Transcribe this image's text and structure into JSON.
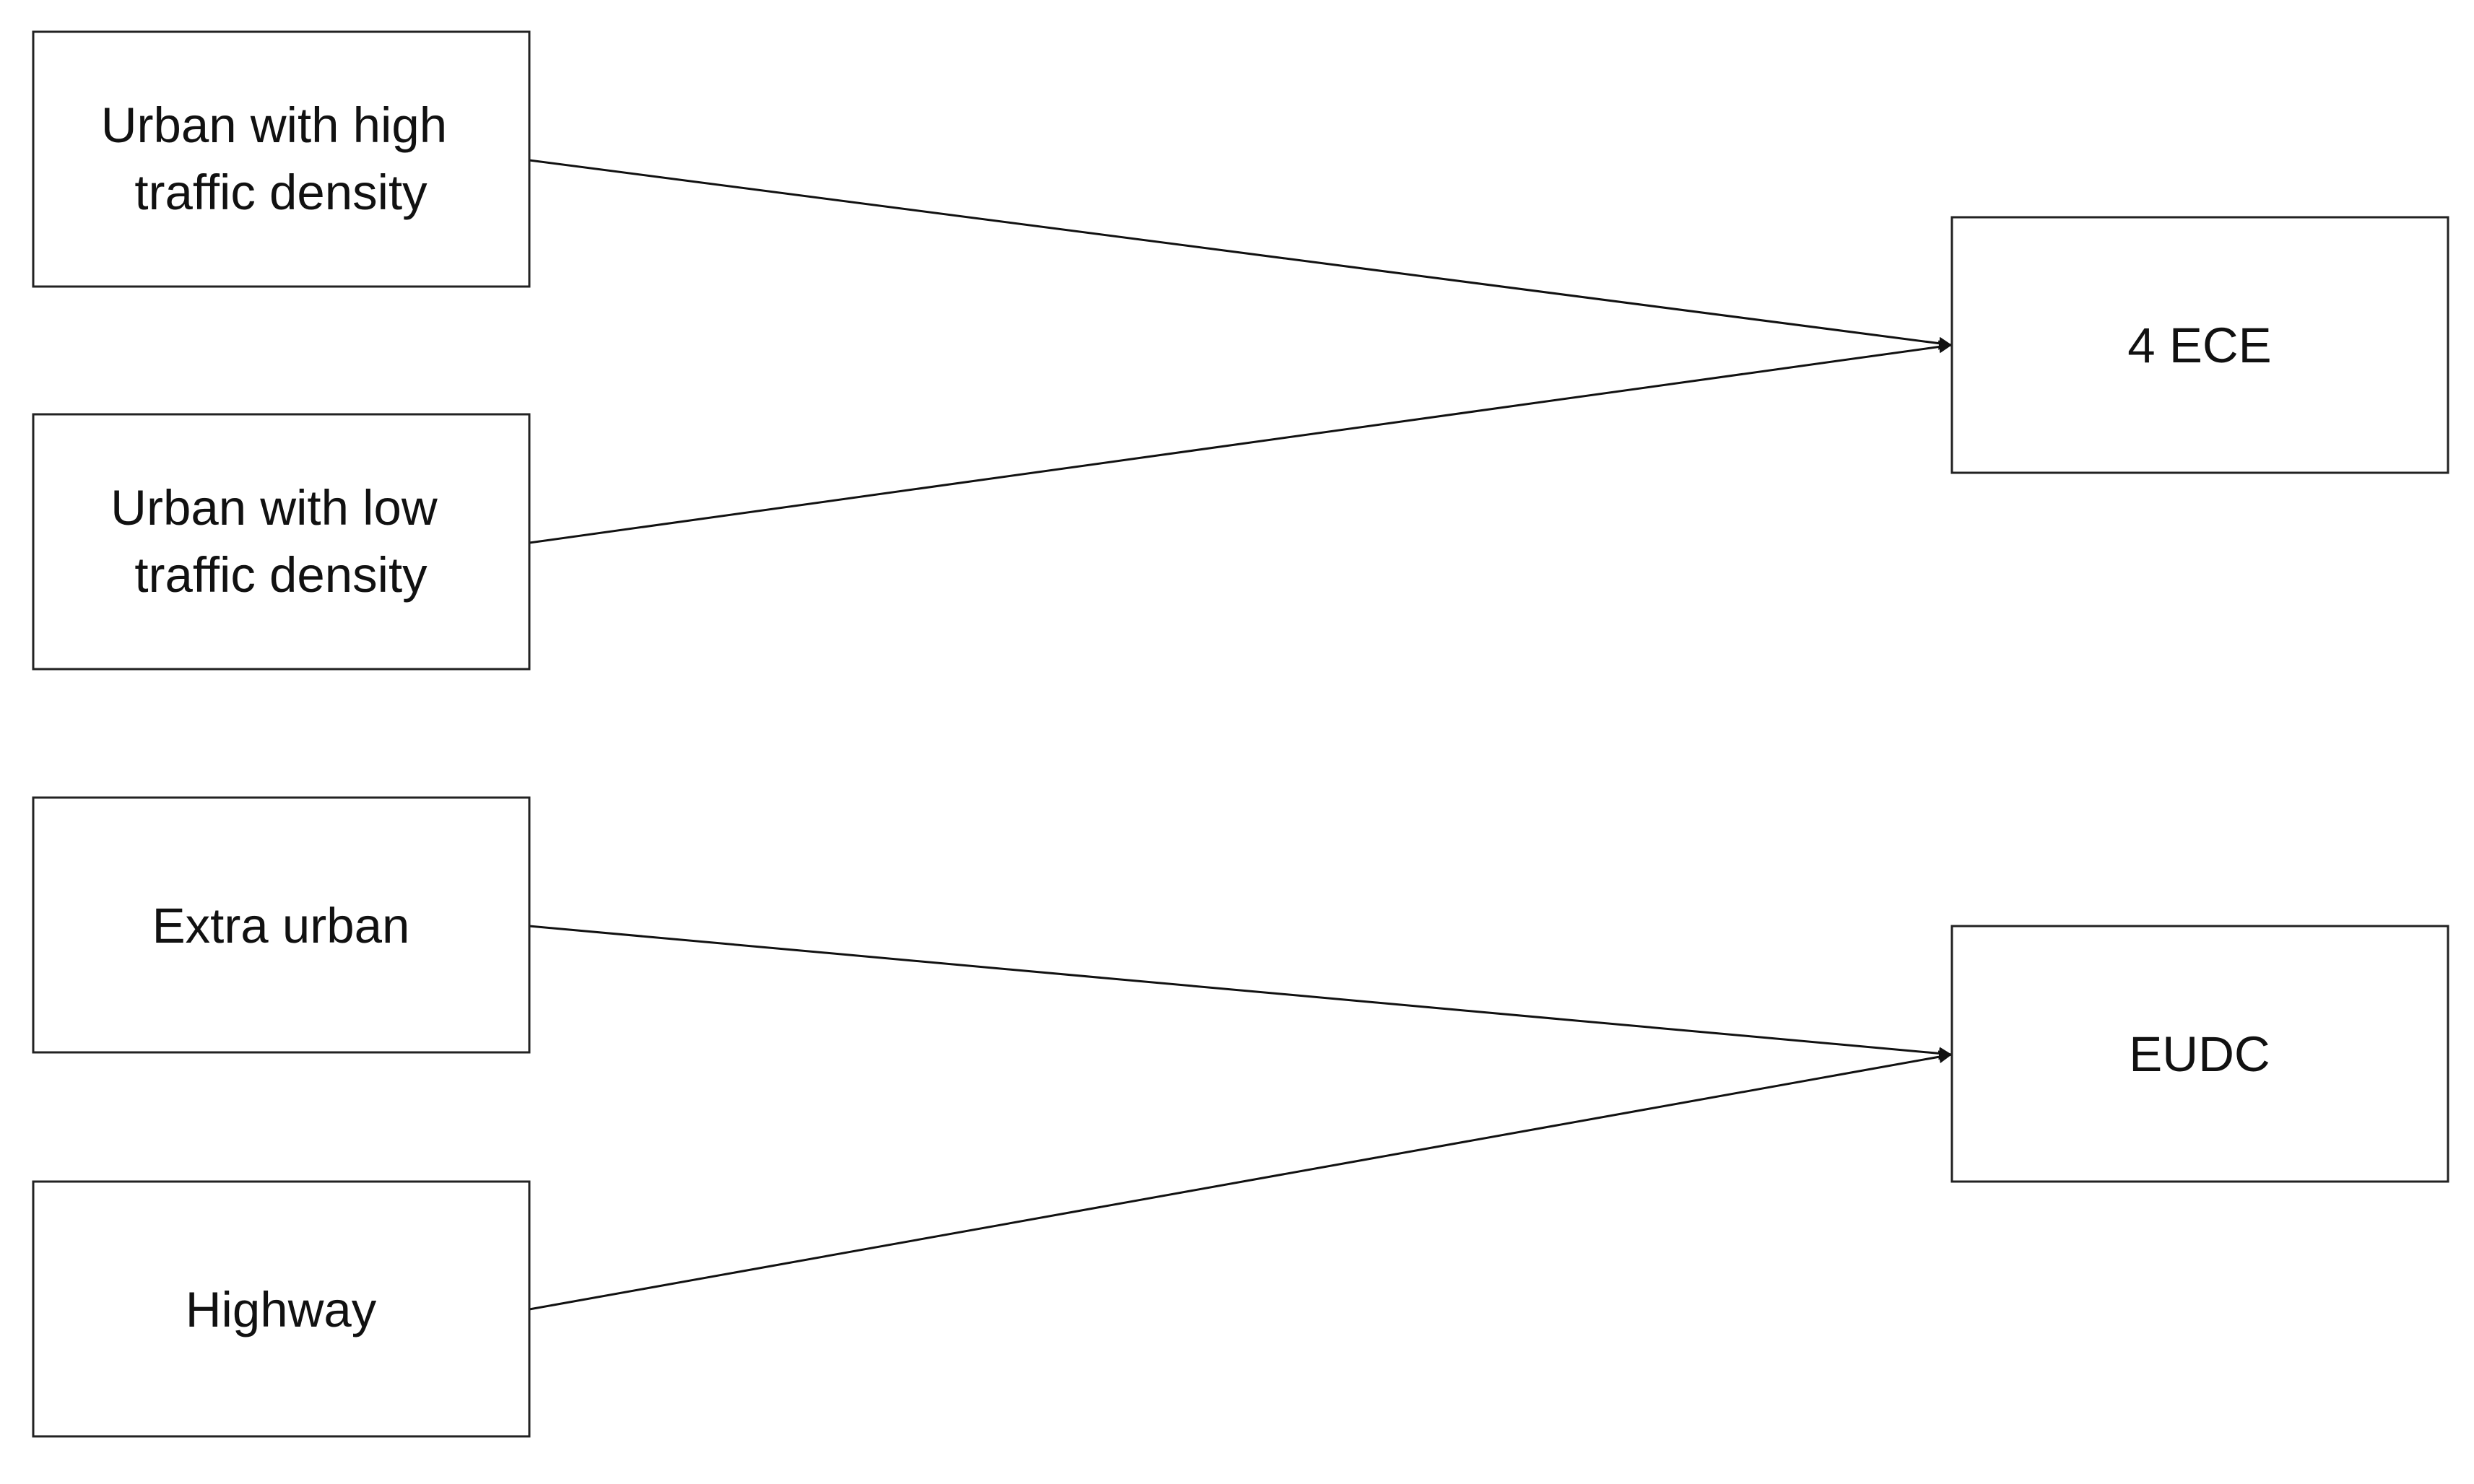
{
  "diagram": {
    "colors": {
      "stroke": "#222222",
      "text": "#111111",
      "background": "#ffffff"
    },
    "nodes": [
      {
        "id": "urban-high",
        "lines": [
          "Urban with high",
          "traffic density"
        ]
      },
      {
        "id": "urban-low",
        "lines": [
          "Urban with low",
          "traffic density"
        ]
      },
      {
        "id": "extra-urban",
        "lines": [
          "Extra urban"
        ]
      },
      {
        "id": "highway",
        "lines": [
          "Highway"
        ]
      },
      {
        "id": "ece",
        "lines": [
          "4 ECE"
        ]
      },
      {
        "id": "eudc",
        "lines": [
          "EUDC"
        ]
      }
    ],
    "edges": [
      {
        "from": "urban-high",
        "to": "ece"
      },
      {
        "from": "urban-low",
        "to": "ece"
      },
      {
        "from": "extra-urban",
        "to": "eudc"
      },
      {
        "from": "highway",
        "to": "eudc"
      }
    ]
  }
}
